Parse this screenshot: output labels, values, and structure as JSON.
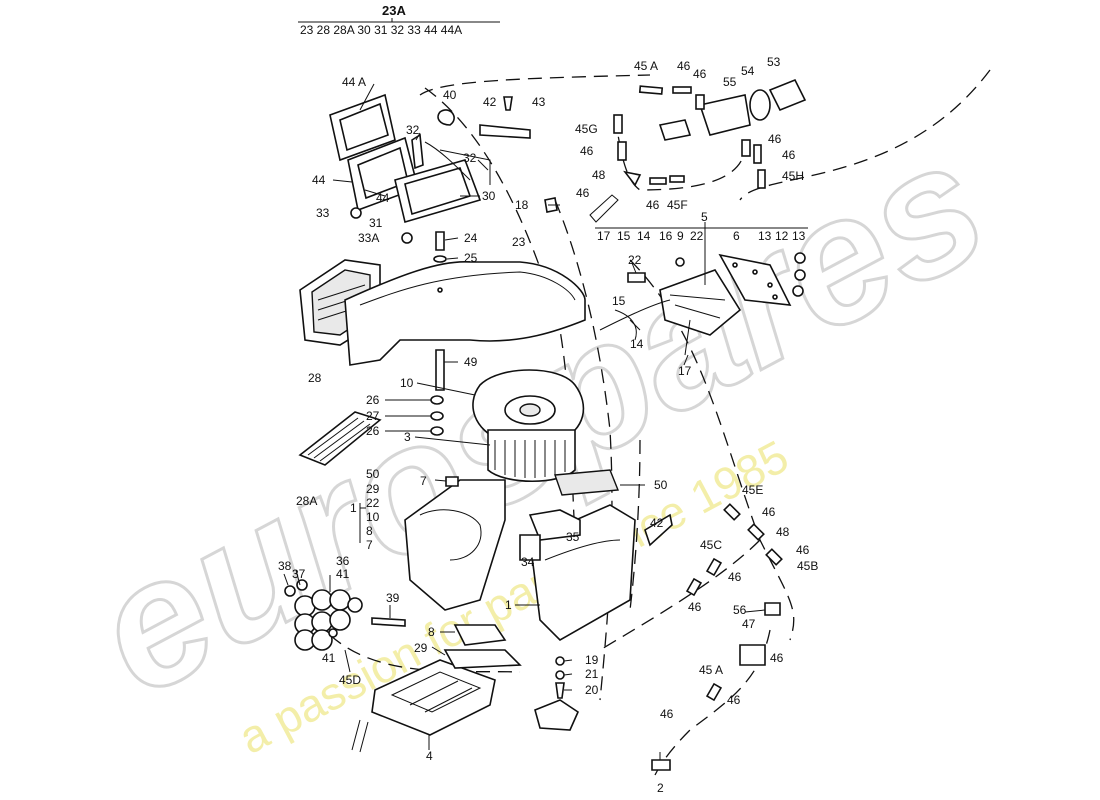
{
  "header": {
    "group_label": "23A",
    "group_items": "23 28 28A 30 31 32 33 44 44A"
  },
  "watermark": {
    "brand": "eurospares",
    "tagline": "a passion for parts since 1985",
    "colors": {
      "brand": "#d6d6d6",
      "tagline": "#f2eda0"
    }
  },
  "callouts": {
    "c1": "1",
    "c2": "2",
    "c3": "3",
    "c4": "4",
    "c5": "5",
    "c6": "6",
    "c7": "7",
    "c8": "8",
    "c9": "9",
    "c10": "10",
    "c10b": "10",
    "c12": "12",
    "c13a": "13",
    "c13b": "13",
    "c14": "14",
    "c14b": "14",
    "c15": "15",
    "c15b": "15",
    "c16": "16",
    "c17": "17",
    "c17b": "17",
    "c18": "18",
    "c19": "19",
    "c20": "20",
    "c21": "21",
    "c22": "22",
    "c22b": "22",
    "c23": "23",
    "c24": "24",
    "c25": "25",
    "c26a": "26",
    "c26b": "26",
    "c27": "27",
    "c28": "28",
    "c28a": "28A",
    "c29": "29",
    "c30": "30",
    "c31": "31",
    "c32a": "32",
    "c32b": "32",
    "c33": "33",
    "c33a": "33A",
    "c34": "34",
    "c35": "35",
    "c36": "36",
    "c37": "37",
    "c38": "38",
    "c39": "39",
    "c40": "40",
    "c41a": "41",
    "c41b": "41",
    "c42": "42",
    "c42b": "42",
    "c43": "43",
    "c44": "44",
    "c44b": "44",
    "c44a": "44 A",
    "c45a": "45 A",
    "c45a2": "45 A",
    "c45b": "45B",
    "c45c": "45C",
    "c45d": "45D",
    "c45e": "45E",
    "c45f": "45F",
    "c45g": "45G",
    "c45h": "45H",
    "c46_1": "46",
    "c46_2": "46",
    "c46_3": "46",
    "c46_4": "46",
    "c46_5": "46",
    "c46_6": "46",
    "c46_7": "46",
    "c46_8": "46",
    "c46_9": "46",
    "c46_10": "46",
    "c46_11": "46",
    "c46_12": "46",
    "c46_13": "46",
    "c46_14": "46",
    "c46_15": "46",
    "c47": "47",
    "c48a": "48",
    "c48b": "48",
    "c49": "49",
    "c50a": "50",
    "c50b": "50",
    "c53": "53",
    "c54": "54",
    "c55": "55",
    "c56": "56",
    "bracket_list": [
      "50",
      "29",
      "22",
      "10",
      "8",
      "7"
    ],
    "group5_list": [
      "17",
      "15",
      "14",
      "16",
      "9",
      "22",
      "6",
      "13",
      "12",
      "13"
    ]
  }
}
